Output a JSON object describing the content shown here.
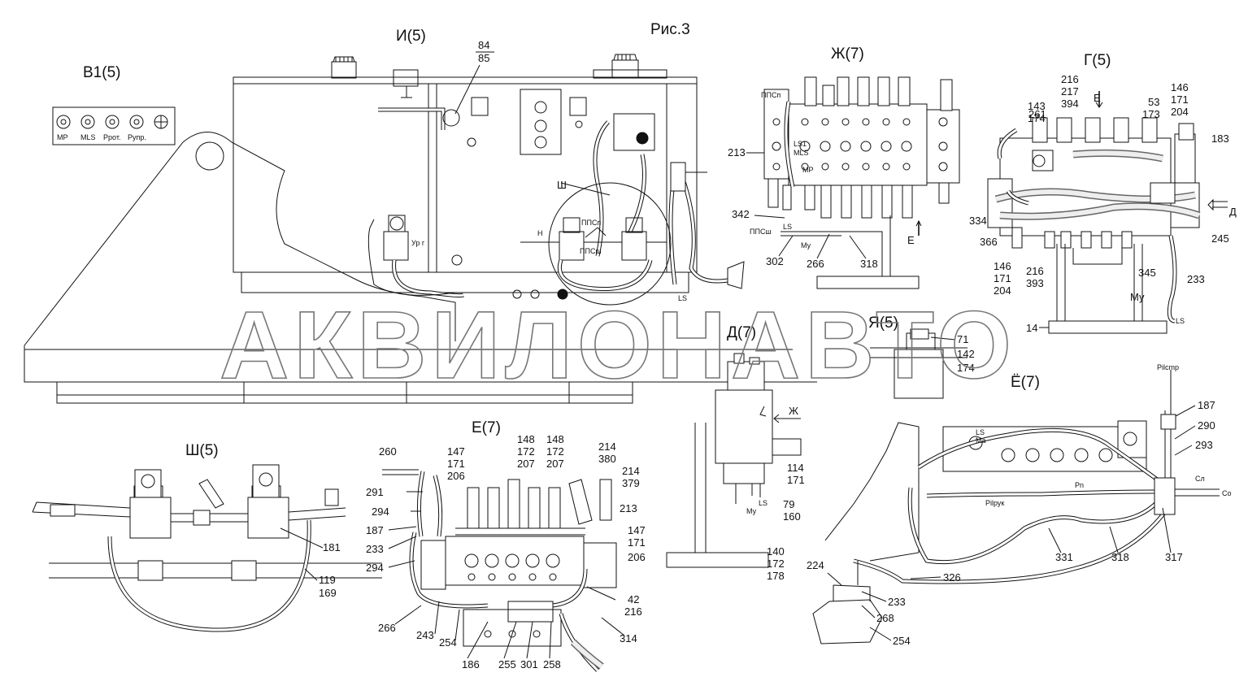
{
  "figure_label": "Рис.3",
  "watermark": "АКВИЛОНАВТО",
  "views": {
    "v1": "В1(5)",
    "i": "И(5)",
    "zh": "Ж(7)",
    "g": "Г(5)",
    "sh": "Ш(5)",
    "e": "Е(7)",
    "d": "Д(7)",
    "ya": "Я(5)",
    "yo": "Ё(7)"
  },
  "callouts": {
    "i_84": "84",
    "i_85": "85",
    "sh_mark": "Ш",
    "h_mark": "Н",
    "zh_213": "213",
    "zh_342": "342",
    "zh_302": "302",
    "zh_266": "266",
    "zh_318": "318",
    "g_261": "261",
    "g_143": "143",
    "g_174": "174",
    "g_216": "216",
    "g_217": "217",
    "g_394": "394",
    "g_53": "53",
    "g_173": "173",
    "g_146": "146",
    "g_171": "171",
    "g_204": "204",
    "g_183": "183",
    "g_334": "334",
    "g_366": "366",
    "g_146b": "146",
    "g_171b": "171",
    "g_204b": "204",
    "g_216b": "216",
    "g_393": "393",
    "g_345": "345",
    "g_233": "233",
    "g_245": "245",
    "g_14": "14",
    "sh_181": "181",
    "sh_119": "119",
    "sh_169": "169",
    "e_260": "260",
    "e_147": "147",
    "e_171": "171",
    "e_206": "206",
    "e_148a": "148",
    "e_172a": "172",
    "e_207a": "207",
    "e_148b": "148",
    "e_172b": "172",
    "e_207b": "207",
    "e_214a": "214",
    "e_380": "380",
    "e_214b": "214",
    "e_379": "379",
    "e_291": "291",
    "e_294": "294",
    "e_187": "187",
    "e_233": "233",
    "e_294b": "294",
    "e_213": "213",
    "e_147b": "147",
    "e_171b": "171",
    "e_206b": "206",
    "e_42": "42",
    "e_216": "216",
    "e_266": "266",
    "e_243": "243",
    "e_254": "254",
    "e_314": "314",
    "e_186": "186",
    "e_255": "255",
    "e_301": "301",
    "e_258": "258",
    "d_114": "114",
    "d_171": "171",
    "d_79": "79",
    "d_160": "160",
    "d_140": "140",
    "d_172": "172",
    "d_178": "178",
    "ya_71": "71",
    "ya_142": "142",
    "ya_174": "174",
    "yo_187": "187",
    "yo_290": "290",
    "yo_293": "293",
    "yo_317": "317",
    "yo_318": "318",
    "yo_331": "331",
    "yo_326": "326",
    "yo_224": "224",
    "yo_233": "233",
    "yo_268": "268",
    "yo_254": "254"
  },
  "port_labels": {
    "v1_mp": "MP",
    "v1_mls": "MLS",
    "v1_prom": "Pрот.",
    "v1_pupr": "Pупр.",
    "urg": "Ур г",
    "ppsp": "ППСп",
    "ppssh": "ППСш",
    "ls": "LS",
    "zh_ppsp": "ППСп",
    "zh_ls1": "LS1",
    "zh_mls": "MLS",
    "zh_mp": "MP",
    "zh_ppssh": "ППСш",
    "zh_mu": "Му",
    "zh_ls": "LS",
    "zh_e": "Е",
    "g_e": "Е",
    "g_d": "Д",
    "g_mu": "Му",
    "g_ls": "LS",
    "zh_arrow": "Ж",
    "d_mu": "Му",
    "d_ls": "LS",
    "yo_pilcmp": "Pilcmp",
    "yo_ls": "LS",
    "yo_ma": "Ma",
    "yo_pn": "Pn",
    "yo_pilruk": "Pilрук",
    "yo_sl": "Сл",
    "yo_so": "Со"
  }
}
